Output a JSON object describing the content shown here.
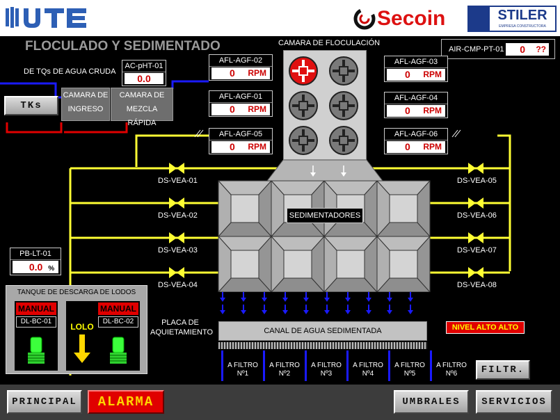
{
  "header": {
    "brand_left": "UTE",
    "brand_mid": "Secoin",
    "brand_right": "STILER",
    "brand_right_sub": "EMPRESA CONSTRUCTORA"
  },
  "title": "FLOCULADO Y SEDIMENTADO",
  "camara_flocu": "CAMARA DE FLOCULACIÓN",
  "air": {
    "tag": "AIR-CMP-PT-01",
    "value": "0",
    "unit": "??"
  },
  "crude_label": "DE TQs DE AGUA CRUDA",
  "ph": {
    "tag": "AC-pHT-01",
    "value": "0.0"
  },
  "tks_button": "TKs",
  "camara_ingreso": "CAMARA DE INGRESO",
  "camara_mezcla": "CAMARA DE MEZCLA RÁPIDA",
  "agitators": [
    {
      "tag": "AFL-AGF-02",
      "value": "0",
      "unit": "RPM"
    },
    {
      "tag": "AFL-AGF-03",
      "value": "0",
      "unit": "RPM"
    },
    {
      "tag": "AFL-AGF-01",
      "value": "0",
      "unit": "RPM"
    },
    {
      "tag": "AFL-AGF-04",
      "value": "0",
      "unit": "RPM"
    },
    {
      "tag": "AFL-AGF-05",
      "value": "0",
      "unit": "RPM"
    },
    {
      "tag": "AFL-AGF-06",
      "value": "0",
      "unit": "RPM"
    }
  ],
  "valves_left": [
    "DS-VEA-01",
    "DS-VEA-02",
    "DS-VEA-03",
    "DS-VEA-04"
  ],
  "valves_right": [
    "DS-VEA-05",
    "DS-VEA-06",
    "DS-VEA-07",
    "DS-VEA-08"
  ],
  "sedimentadores": "SEDIMENTADORES",
  "level": {
    "tag": "PB-LT-01",
    "value": "0.0",
    "unit": "%"
  },
  "tanque": {
    "title": "TANQUE DE DESCARGA DE LODOS",
    "mode1": "MANUAL",
    "pump1": "DL-BC-01",
    "mode2": "MANUAL",
    "pump2": "DL-BC-02",
    "lolo": "LOLO"
  },
  "placa": "PLACA DE AQUIETAMIENTO",
  "canal": "CANAL DE AGUA SEDIMENTADA",
  "nivel_alarm": "NIVEL ALTO ALTO",
  "filtros": [
    "A FILTRO Nº1",
    "A FILTRO Nº2",
    "A FILTRO Nº3",
    "A FILTRO Nº4",
    "A FILTRO Nº5",
    "A FILTRO Nº6"
  ],
  "filtr_button": "FILTR.",
  "footer": {
    "principal": "PRINCIPAL",
    "alarma": "ALARMA",
    "umbrales": "UMBRALES",
    "servicios": "SERVICIOS"
  },
  "colors": {
    "pipe_yellow": "#ffff33",
    "pipe_red": "#e00000",
    "pipe_blue": "#1a1aff",
    "alarm_red": "#e00000"
  }
}
